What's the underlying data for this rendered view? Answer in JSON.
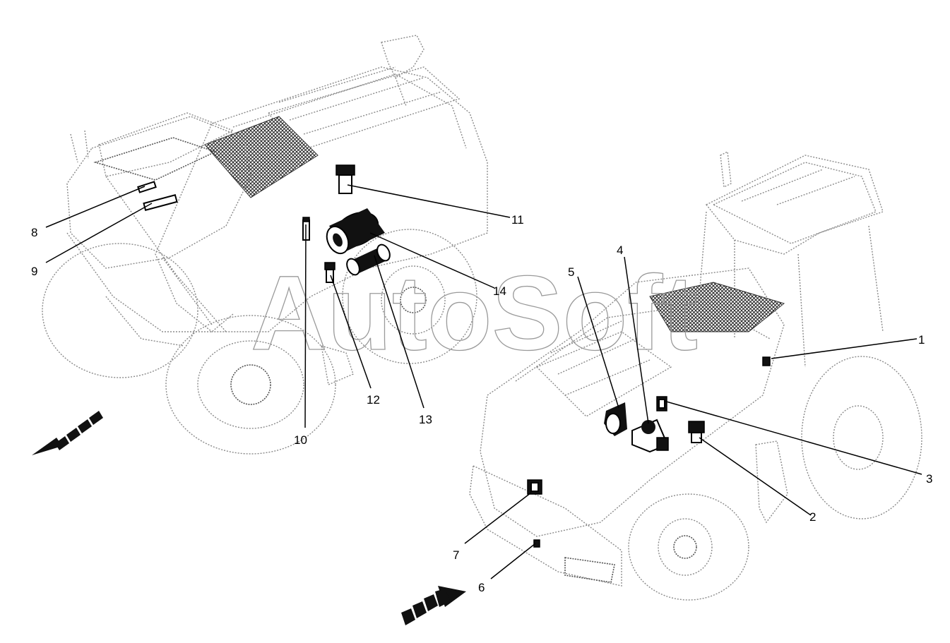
{
  "callouts": {
    "n1": "1",
    "n2": "2",
    "n3": "3",
    "n4": "4",
    "n5": "5",
    "n6": "6",
    "n7": "7",
    "n8": "8",
    "n9": "9",
    "n10": "10",
    "n11": "11",
    "n12": "12",
    "n13": "13",
    "n14": "14"
  },
  "watermark": "AutoSoft",
  "colors": {
    "line": "#000000",
    "outline": "#8a8a8a",
    "background": "#ffffff"
  }
}
